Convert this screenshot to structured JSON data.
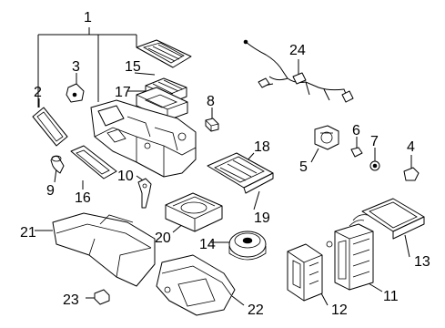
{
  "callouts": {
    "c1": "1",
    "c2": "2",
    "c3": "3",
    "c4": "4",
    "c5": "5",
    "c6": "6",
    "c7": "7",
    "c8": "8",
    "c9": "9",
    "c10": "10",
    "c11": "11",
    "c12": "12",
    "c13": "13",
    "c14": "14",
    "c15": "15",
    "c16": "16",
    "c17": "17",
    "c18": "18",
    "c19": "19",
    "c20": "20",
    "c21": "21",
    "c22": "22",
    "c23": "23",
    "c24": "24"
  },
  "colors": {
    "line": "#000000",
    "background": "#ffffff"
  }
}
